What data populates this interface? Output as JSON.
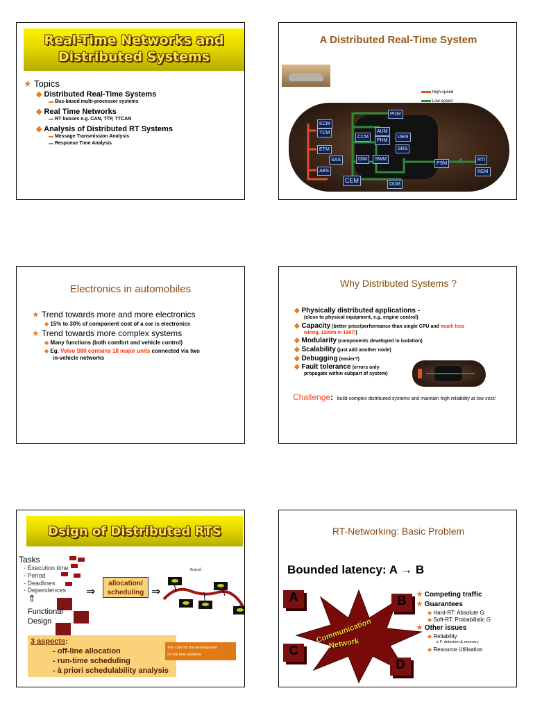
{
  "slide1": {
    "title_line1": "Real-Time Networks and",
    "title_line2": "Distributed Systems",
    "topics_label": "Topics",
    "items": [
      {
        "text": "Distributed Real-Time Systems",
        "subs": [
          "Bus-based multi-processor systems"
        ]
      },
      {
        "text": "Real Time Networks",
        "subs": [
          "RT busses e.g. CAN,  TTP, TTCAN"
        ]
      },
      {
        "text": "Analysis of Distributed RT Systems",
        "subs": [
          "Message Transmission Analysis",
          "Response Time Analysis"
        ]
      }
    ]
  },
  "slide2": {
    "title": "A Distributed Real-Time System",
    "legend_high": "High-speed",
    "legend_low": "Low-speed",
    "nodes": {
      "ecm": "ECM",
      "tcm": "TCM",
      "etm": "ETM",
      "sas": "SAS",
      "abs": "ABS",
      "cem": "CEM",
      "pdm": "PDM",
      "ccm": "CCM",
      "aum": "AUM",
      "phm": "PHM",
      "uem": "UEM",
      "srs": "SRS",
      "dim": "DIM",
      "swm": "SWM",
      "psm": "PSM",
      "rti": "RTI",
      "rem": "REM",
      "ddm": "DDM"
    },
    "colors": {
      "high": "#e0502a",
      "low": "#2e8b3a"
    }
  },
  "slide3": {
    "title": "Electronics in automobiles",
    "b1": "Trend towards more and more electronics",
    "b1_sub": "15% to 30% of component cost of a car is electronics",
    "b2": "Trend towards more complex systems",
    "b2_sub1": "Many functions (both comfort and vehicle control)",
    "b2_sub2_a": "Eg. ",
    "b2_sub2_red": "Volvo S80 contains 18 major units",
    "b2_sub2_b": " connected via two",
    "b2_sub2_c": "in-vehicle networks"
  },
  "slide4": {
    "title": "Why Distributed Systems ?",
    "i1": "Physically distributed applications -",
    "i1_sub": "(close to physical equipment, e.g. engine control)",
    "i2": "Capacity",
    "i2_small": " (better price/performance than single CPU and ",
    "i2_red": "much less",
    "i2_red2": "wiring, 1200m in 1997!",
    "i2_end": ")",
    "i3": "Modularity",
    "i3_small": " (components developed in isolation)",
    "i4": "Scalability",
    "i4_small": " (just add another node)",
    "i5": "Debugging",
    "i5_small": " (easier?)",
    "i6": "Fault tolerance",
    "i6_small": " (errors only",
    "i6_small2": "propagate within subpart of system)",
    "challenge": "Challenge",
    "challenge_colon": ":",
    "challenge_text": "build complex distributed systems and maintain high reliability ",
    "challenge_italic": "at low cost!"
  },
  "slide5": {
    "title": "Dsign of Distributed RTS",
    "tasks_label": "Tasks",
    "task_items": [
      "- Execution time",
      "- Period",
      "- Deadlines",
      "- Dependences"
    ],
    "up_arrow": "⇑",
    "functional": "Functional",
    "design": "Design",
    "arrow1": "⇒",
    "alloc1": "allocation/",
    "alloc2": "scheduling",
    "arrow2": "⇒",
    "kernel": "Kernel",
    "aspects_title": "3 aspects",
    "aspects_colon": ":",
    "aspects": [
      "- off-line allocation",
      "- run-time scheduling",
      "- à priori schedulability analysis"
    ],
    "core1": "The core for the development",
    "core2": "of real time systems"
  },
  "slide6": {
    "title": "RT-Networking: Basic Problem",
    "latency_a": "Bounded latency: A ",
    "latency_arrow": "→",
    "latency_b": " B",
    "node_a": "A",
    "node_b": "B",
    "node_c": "C",
    "node_d": "D",
    "comm1": "Communication",
    "comm2": "Network",
    "b1": "Competing traffic",
    "b2": "Guarantees",
    "b2_s1": "Hard-RT: Absolute G.",
    "b2_s2": "Soft-RT: Probabilistic G.",
    "b3": "Other issues",
    "b3_s1": "Reliability",
    "b3_s1_sub": "F. detection & recovery",
    "b3_s2": "Resource Utilisation"
  }
}
